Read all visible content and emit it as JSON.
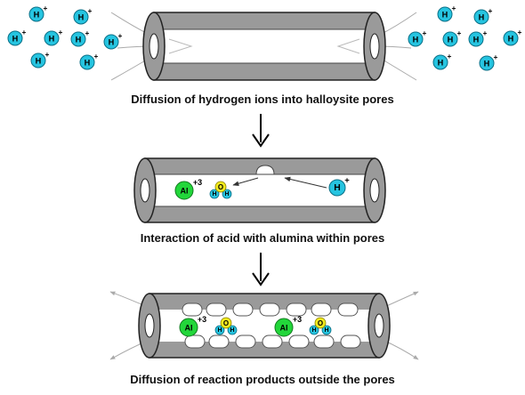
{
  "colors": {
    "tube_gray": "#9a9a9a",
    "tube_inner": "#ffffff",
    "hydrogen_ion": "#26c4e0",
    "aluminum_ion": "#22d63a",
    "oxygen": "#f2ea1e"
  },
  "labels": {
    "hydrogen": "H",
    "plus": "+",
    "aluminum": "Al",
    "aluminum_charge": "+3",
    "oxygen": "O"
  },
  "steps": [
    {
      "caption": "Diffusion of hydrogen ions into halloysite pores"
    },
    {
      "caption": "Interaction of acid with alumina within pores"
    },
    {
      "caption": "Diffusion of reaction products outside the pores"
    }
  ],
  "arrow_icon": "down-arrow-icon"
}
